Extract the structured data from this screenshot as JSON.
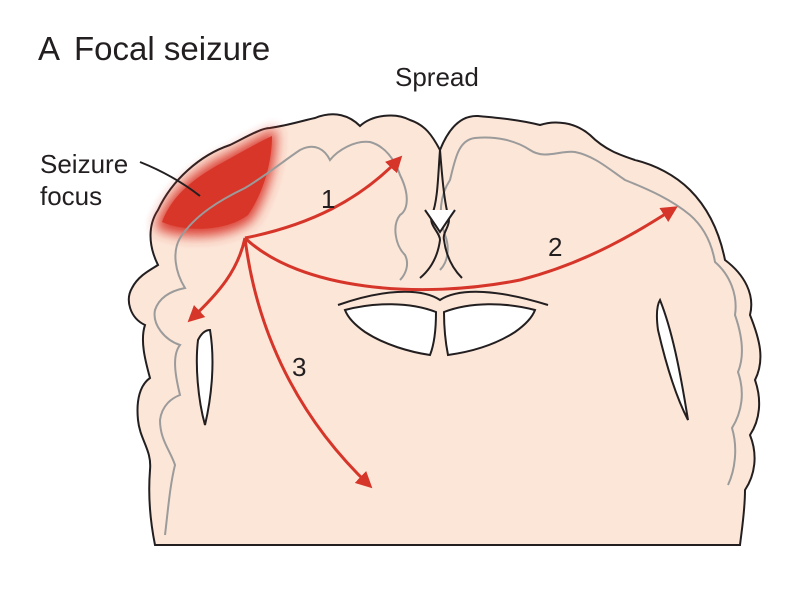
{
  "figure": {
    "panel_letter": "A",
    "panel_title": "Focal seizure",
    "spread_label": "Spread",
    "focus_label_line1": "Seizure",
    "focus_label_line2": "focus",
    "pathways": [
      {
        "number": "1"
      },
      {
        "number": "2"
      },
      {
        "number": "3"
      }
    ]
  },
  "colors": {
    "tissue": "#fce6d8",
    "outline": "#231f20",
    "inner_outline": "#9b9b9b",
    "seizure": "#d9362a",
    "arrows": "#d6362a",
    "background": "#ffffff"
  }
}
